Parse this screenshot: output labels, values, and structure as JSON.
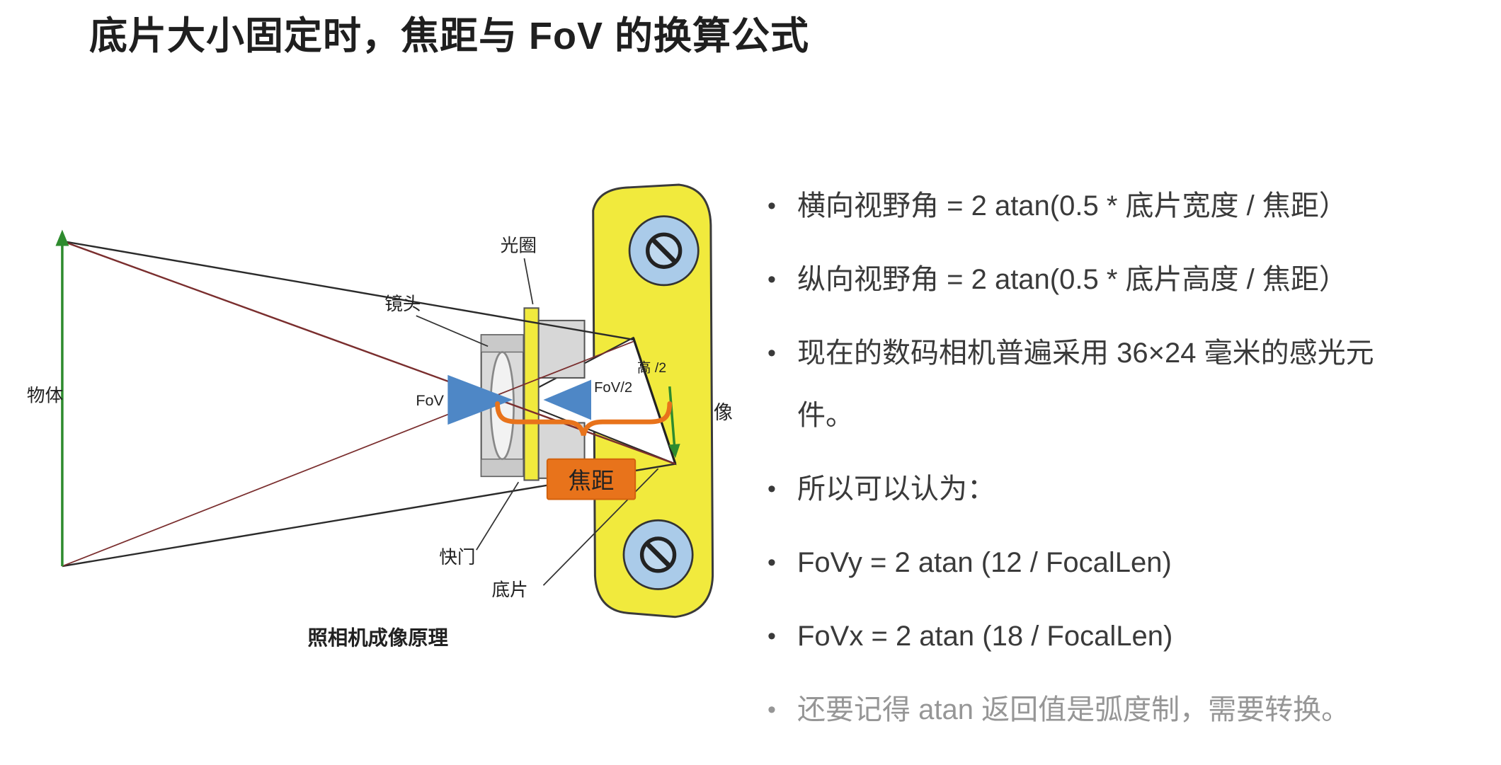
{
  "title": "底片大小固定时，焦距与 FoV 的换算公式",
  "list": {
    "bullet_char": "•",
    "items": [
      {
        "text": "横向视野角 = 2 atan(0.5 * 底片宽度 / 焦距）",
        "muted": false
      },
      {
        "text": "纵向视野角 = 2 atan(0.5 * 底片高度 / 焦距）",
        "muted": false
      },
      {
        "text": "现在的数码相机普遍采用 36×24 毫米的感光元\n件。",
        "muted": false
      },
      {
        "text": "所以可以认为：",
        "muted": false
      },
      {
        "text": "FoVy = 2 atan (12 / FocalLen)",
        "muted": false
      },
      {
        "text": "FoVx = 2 atan (18 / FocalLen)",
        "muted": false
      },
      {
        "text": "还要记得 atan 返回值是弧度制，需要转换。",
        "muted": true
      }
    ]
  },
  "diagram": {
    "caption": "照相机成像原理",
    "labels": {
      "object": "物体",
      "lens": "镜头",
      "aperture": "光圈",
      "fov": "FoV",
      "fov_half": "FoV/2",
      "height_half": "高 /2",
      "image": "像",
      "shutter": "快门",
      "film": "底片",
      "focal_length": "焦距"
    },
    "colors": {
      "body_yellow": "#F1EA3D",
      "strip_yellow": "#F1EA3D",
      "screw_blue": "#AACBE9",
      "screw_inner_blue": "#BFD8EE",
      "cone_blue": "#4E87C6",
      "focal_orange": "#E8731B",
      "arrow_green": "#2E8B2E",
      "ray_red": "#7a2e2e",
      "text_dark": "#3a3a3a",
      "text_muted": "#969696"
    }
  }
}
